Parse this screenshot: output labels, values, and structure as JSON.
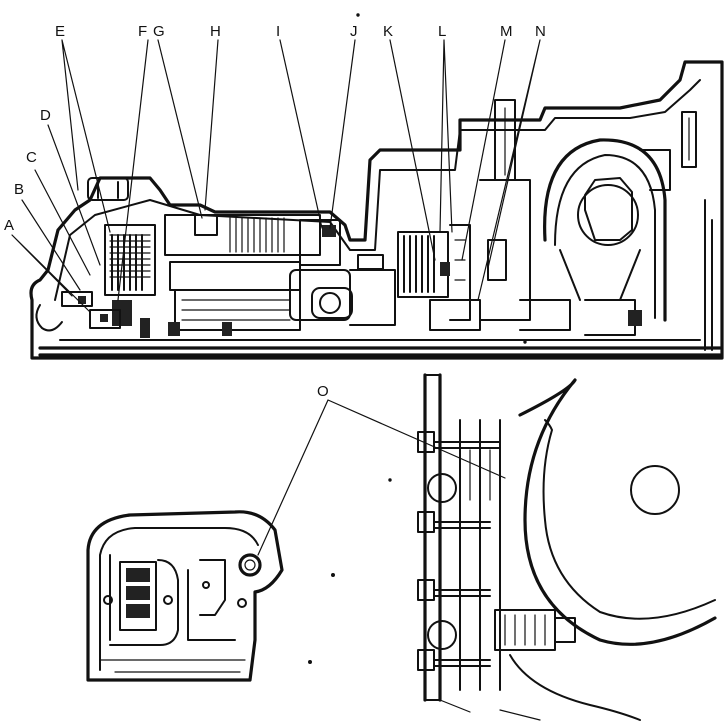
{
  "diagram": {
    "callouts": {
      "A": "A",
      "B": "B",
      "C": "C",
      "D": "D",
      "E": "E",
      "F": "F",
      "G": "G",
      "H": "H",
      "I": "I",
      "J": "J",
      "K": "K",
      "L": "L",
      "M": "M",
      "N": "N",
      "O": "O"
    },
    "ink_color": "#111111",
    "background_color": "#ffffff"
  }
}
